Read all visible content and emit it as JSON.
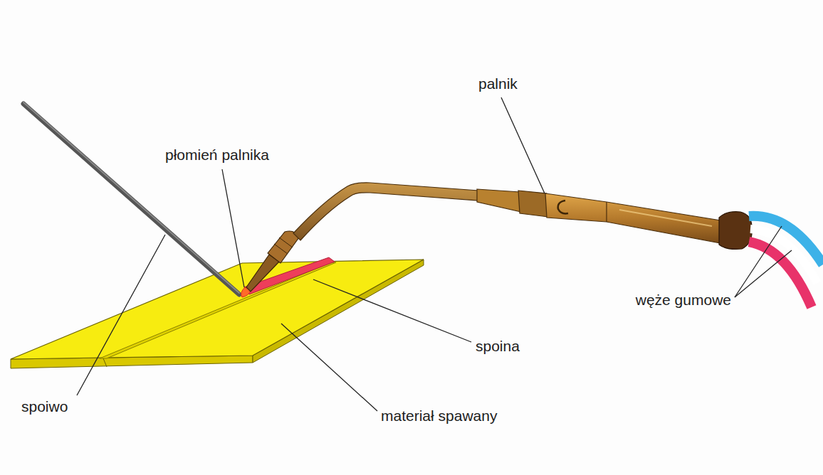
{
  "diagram": {
    "labels": [
      "palnik",
      "płomień palnika",
      "węże gumowe",
      "spoina",
      "spoiwo",
      "materiał spawany"
    ]
  }
}
